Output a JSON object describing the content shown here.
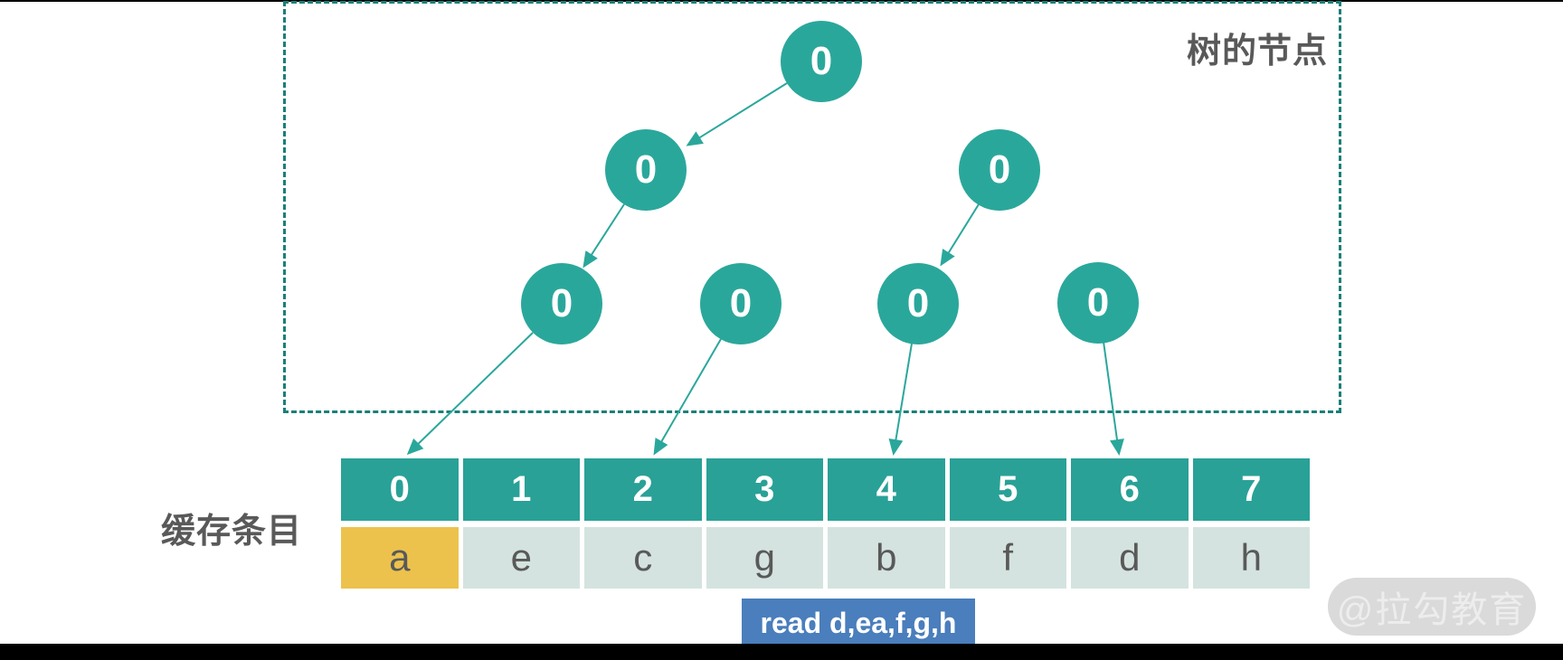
{
  "labels": {
    "tree_box": "树的节点",
    "cache_entries": "缓存条目",
    "watermark": "@拉勾教育"
  },
  "tree": {
    "nodes": [
      {
        "id": "root",
        "label": "0"
      },
      {
        "id": "l2-left",
        "label": "0"
      },
      {
        "id": "l2-right",
        "label": "0"
      },
      {
        "id": "l3-1",
        "label": "0"
      },
      {
        "id": "l3-2",
        "label": "0"
      },
      {
        "id": "l3-3",
        "label": "0"
      },
      {
        "id": "l3-4",
        "label": "0"
      }
    ]
  },
  "cache_table": {
    "indices": [
      "0",
      "1",
      "2",
      "3",
      "4",
      "5",
      "6",
      "7"
    ],
    "values": [
      "a",
      "e",
      "c",
      "g",
      "b",
      "f",
      "d",
      "h"
    ],
    "highlight_index": 0
  },
  "read_box": {
    "text": "read d,ea,f,g,h"
  },
  "colors": {
    "node_teal": "#2aa79b",
    "header_teal": "#29a197",
    "dashed_border_teal": "#1a7f78",
    "value_cell_bg": "#d4e3df",
    "highlight_yellow": "#ecc24d",
    "read_box_blue": "#4a7ebc",
    "text_gray": "#595959",
    "watermark_gray": "#dadada"
  }
}
